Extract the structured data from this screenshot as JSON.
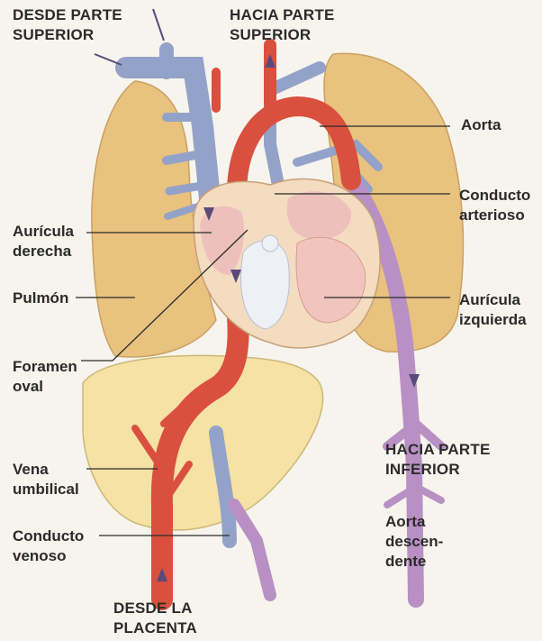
{
  "labels": {
    "desde_parte_superior": "DESDE PARTE\nSUPERIOR",
    "hacia_parte_superior": "HACIA PARTE\nSUPERIOR",
    "aorta": "Aorta",
    "conducto_arterioso": "Conducto\narterioso",
    "auricula_derecha": "Aurícula\nderecha",
    "pulmon": "Pulmón",
    "auricula_izquierda": "Aurícula\nizquierda",
    "foramen_oval": "Foramen\noval",
    "hacia_parte_inferior": "HACIA PARTE\nINFERIOR",
    "vena_umbilical": "Vena\numbilical",
    "conducto_venoso": "Conducto\nvenoso",
    "aorta_descendente": "Aorta\ndescen-\ndente",
    "desde_la_placenta": "DESDE LA\nPLACENTA"
  },
  "colors": {
    "lung": "#e9c27f",
    "liver": "#f5e2a4",
    "oxygenated": "#d9503e",
    "deoxygenated": "#93a2c8",
    "mixed": "#b890c4",
    "heart_wall": "#f3dcc0",
    "chamber": "#eef0f6",
    "ink": "#2b2b2b"
  }
}
